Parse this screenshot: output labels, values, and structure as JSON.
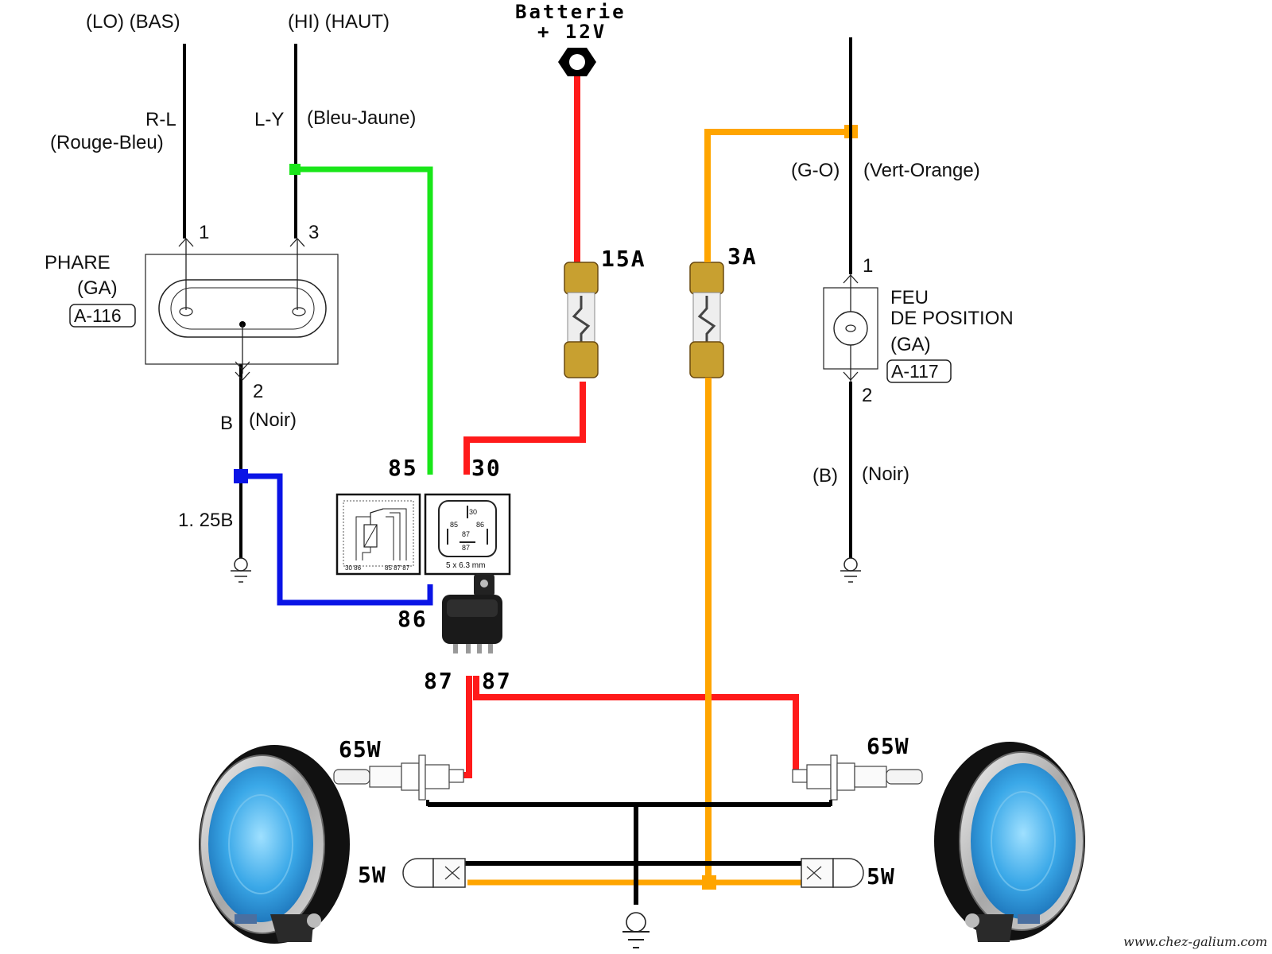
{
  "headlight_switch": {
    "lo_label": "(LO) (BAS)",
    "hi_label": "(HI) (HAUT)",
    "wire_rl": "R-L",
    "wire_rl_fr": "(Rouge-Bleu)",
    "wire_ly": "L-Y",
    "wire_ly_fr": "(Bleu-Jaune)",
    "pin_1": "1",
    "pin_3": "3",
    "pin_2": "2",
    "name": "PHARE",
    "side": "(GA)",
    "code": "A-116",
    "ground_wire": "B",
    "ground_wire_fr": "(Noir)",
    "ground_gauge": "1. 25B"
  },
  "battery": {
    "title": "Batterie",
    "voltage": "+ 12V"
  },
  "fuses": {
    "main": "15A",
    "position": "3A"
  },
  "position_light": {
    "wire": "(G-O)",
    "wire_fr": "(Vert-Orange)",
    "pin_1": "1",
    "pin_2": "2",
    "name_line1": "FEU",
    "name_line2": "DE POSITION",
    "side": "(GA)",
    "code": "A-117",
    "ground_wire": "(B)",
    "ground_wire_fr": "(Noir)"
  },
  "relay": {
    "pin_85": "85",
    "pin_30": "30",
    "pin_86": "86",
    "pin_87a": "87",
    "pin_87b": "87",
    "schematic_pins": "30 86",
    "schematic_pins_right": "85 87 87",
    "face_30": "30",
    "face_85": "85",
    "face_86": "86",
    "face_87": "87",
    "face_87b": "87",
    "spec": "5 x 6.3 mm"
  },
  "lamps": {
    "left_high": "65W",
    "right_high": "65W",
    "left_pos": "5W",
    "right_pos": "5W"
  },
  "watermark": "www.chez-galium.com",
  "colors": {
    "green": "#19e619",
    "red": "#ff1a1a",
    "orange": "#ffa500",
    "blue": "#0a14e6",
    "black": "#000000"
  }
}
